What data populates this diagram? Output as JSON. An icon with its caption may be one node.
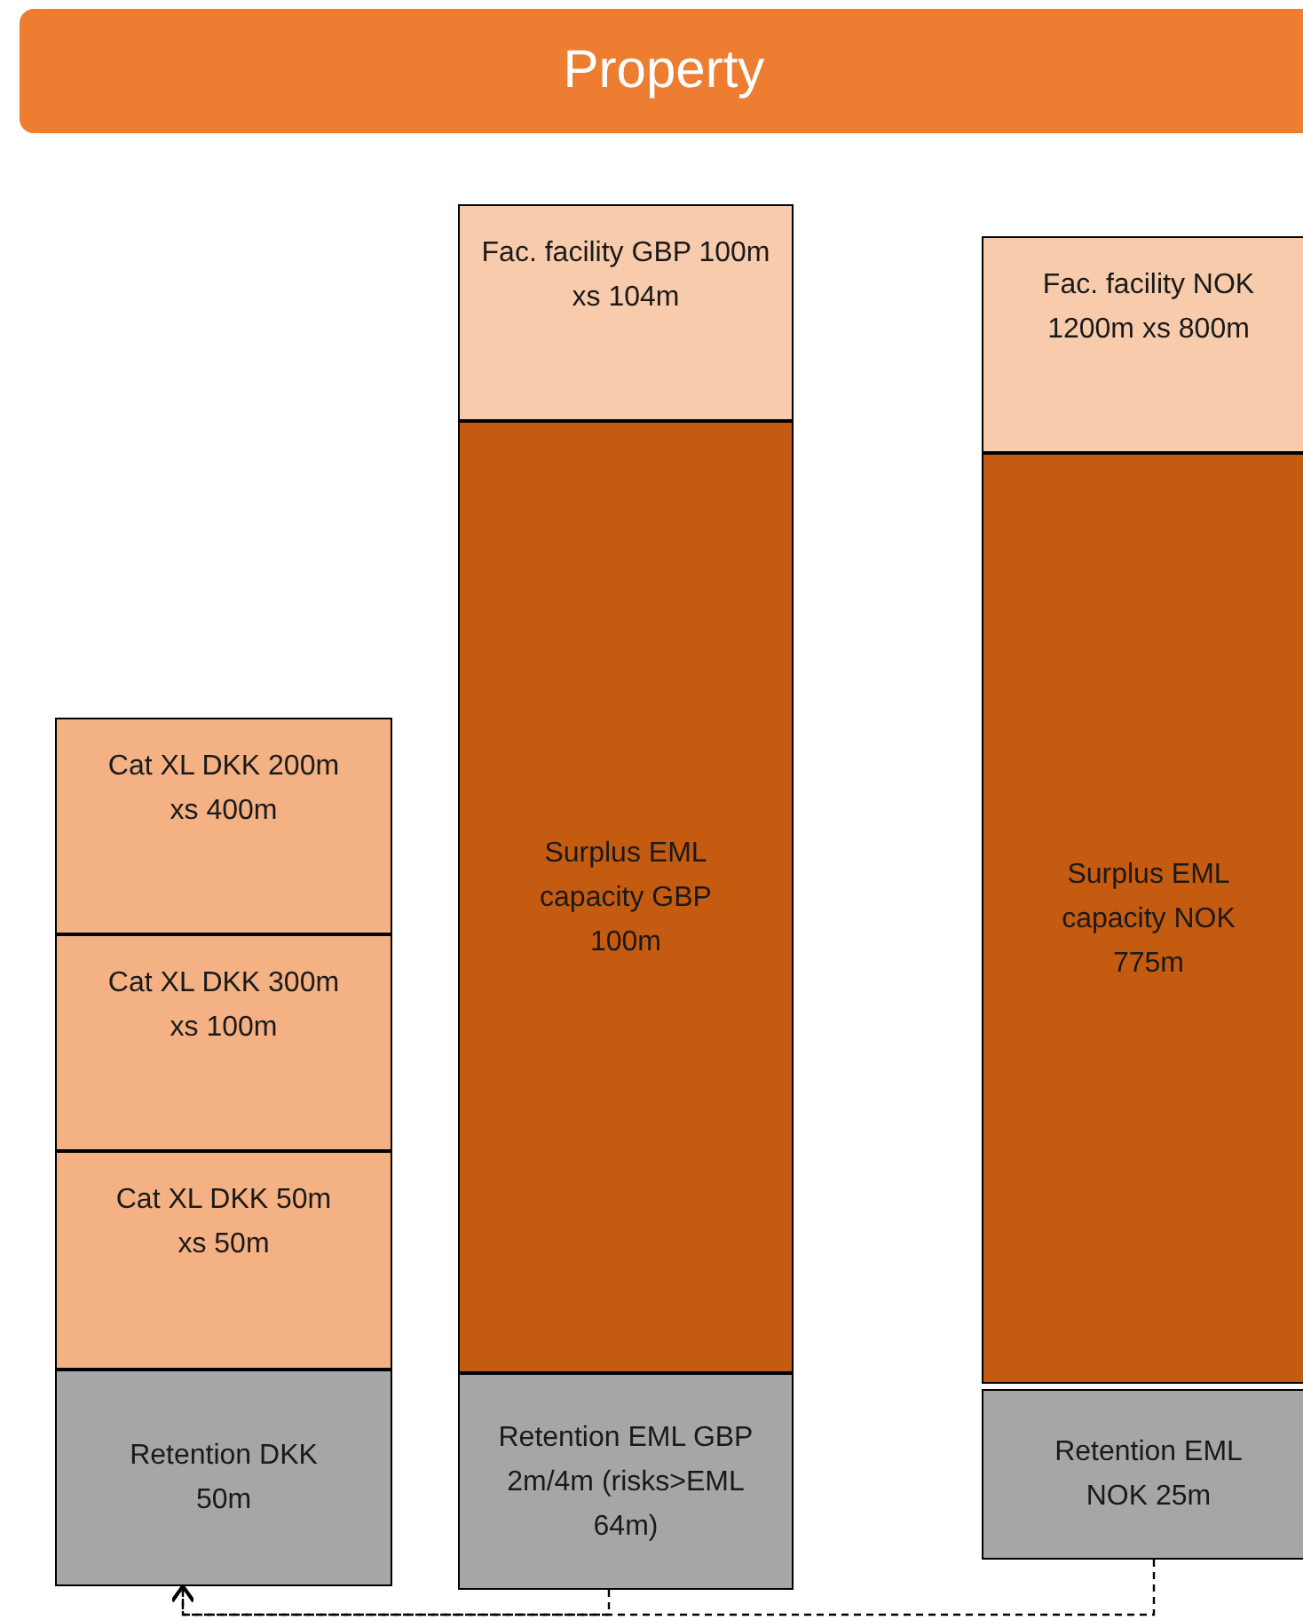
{
  "diagram": {
    "title": "Property",
    "nodes": [
      {
        "text": [
          "Cat XL DKK 200m xs 400m"
        ]
      },
      {
        "text": [
          "Cat XL DKK 300m xs 100m"
        ]
      },
      {
        "text": [
          "Cat XL DKK 50m xs 50m"
        ]
      },
      {
        "text": [
          "Retention DKK 50m"
        ]
      },
      {
        "text": [
          "Fac. facility GBP 100m xs 104m"
        ]
      },
      {
        "text": [
          "Surplus EML capacity GBP 100m"
        ]
      },
      {
        "text": [
          "Retention EML GBP 2m/4m (risks>EML 64m)"
        ]
      },
      {
        "text": [
          "Fac. facility NOK 1200m xs 800m"
        ]
      },
      {
        "text": [
          "Surplus EML capacity NOK 775m"
        ]
      },
      {
        "text": [
          "Retention EML NOK 25m"
        ]
      }
    ],
    "edges": [
      {
        "from": 6,
        "to": 3,
        "arrow": "to",
        "style": "dashed"
      },
      {
        "from": 9,
        "to": 3,
        "arrow": "to",
        "style": "dashed"
      }
    ]
  }
}
